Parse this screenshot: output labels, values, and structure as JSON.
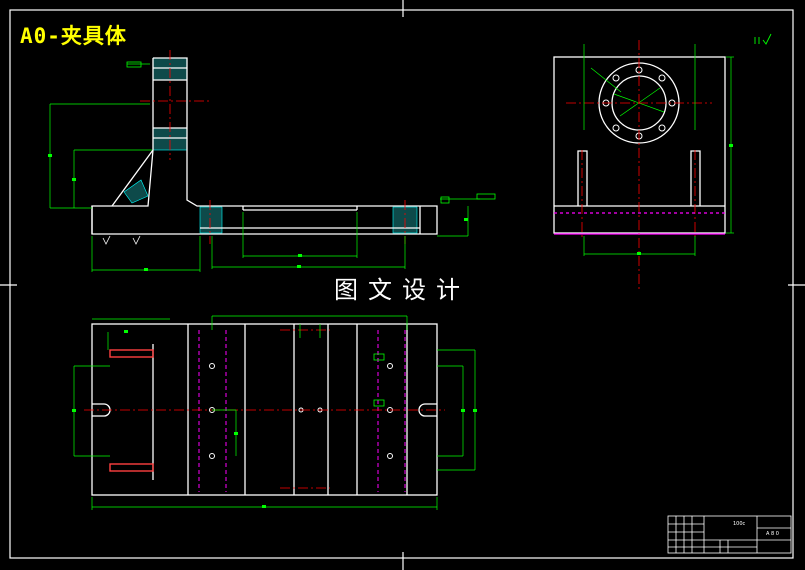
{
  "drawing": {
    "title": "A0-夹具体",
    "watermark": "图文设计"
  },
  "title_block": {
    "name_cell": "100c",
    "scale_cell": "A 8 0"
  },
  "colors": {
    "background": "#000000",
    "outline": "#ffffff",
    "dimension": "#00ff00",
    "center_line": "#ff0000",
    "hidden_line": "#ff00ff",
    "section_hatch": "#00ffff",
    "title": "#ffff00"
  },
  "icons": [
    "surface-finish-symbol",
    "datum-symbol",
    "geometric-tolerance-frame"
  ]
}
